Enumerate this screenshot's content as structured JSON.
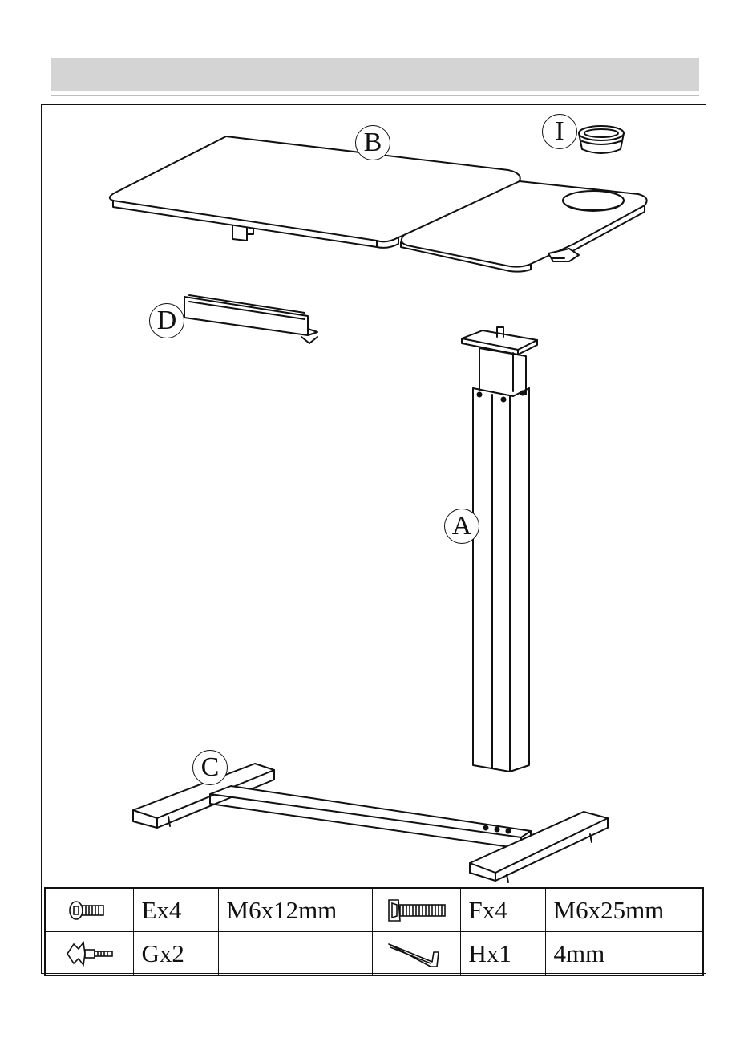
{
  "parts": {
    "A": "A",
    "B": "B",
    "C": "C",
    "D": "D",
    "I": "I"
  },
  "hardware": {
    "rows": [
      [
        {
          "icon": "flat-head-bolt-icon",
          "code": "Ex4",
          "spec": "M6x12mm"
        },
        {
          "icon": "knob-bolt-icon",
          "code": "Fx4",
          "spec": "M6x25mm"
        }
      ],
      [
        {
          "icon": "wing-knob-screw-icon",
          "code": "Gx2",
          "spec": ""
        },
        {
          "icon": "allen-key-icon",
          "code": "Hx1",
          "spec": "4mm"
        }
      ]
    ]
  }
}
